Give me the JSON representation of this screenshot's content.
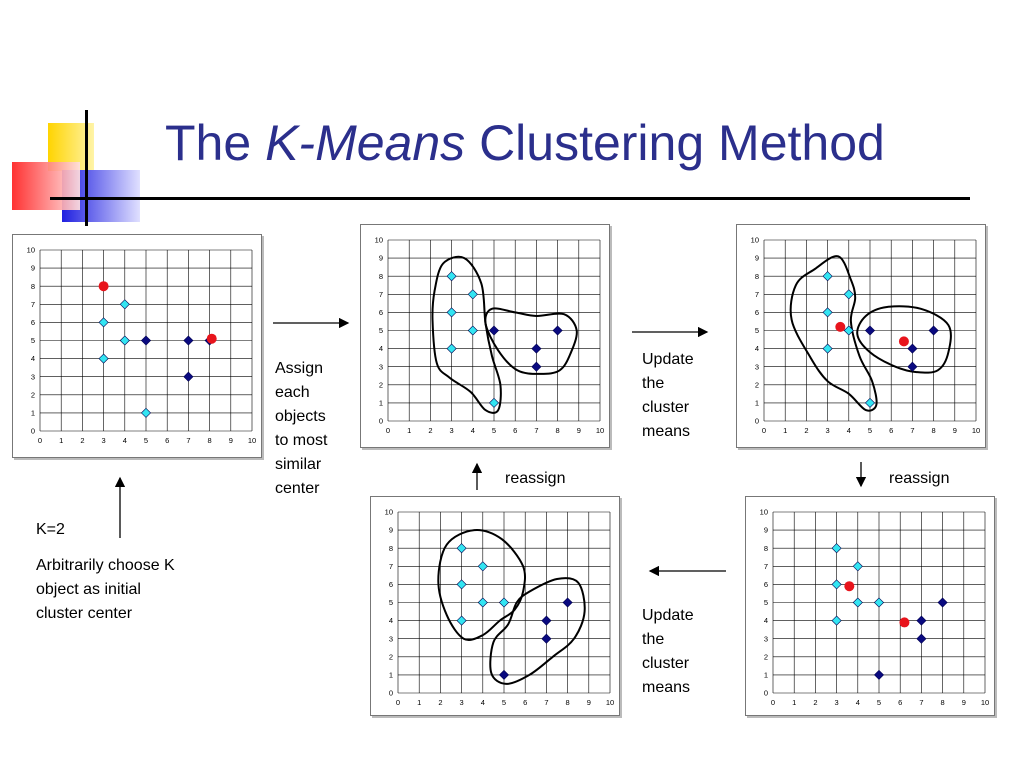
{
  "title": {
    "pre": "The",
    "em": "K-Means",
    "post": "Clustering Method"
  },
  "labels": {
    "assign": [
      "Assign",
      "each",
      "objects",
      "to most",
      "similar",
      "center"
    ],
    "update_top": [
      "Update",
      "the",
      "cluster",
      "means"
    ],
    "update_bottom": [
      "Update",
      "the",
      "cluster",
      "means"
    ],
    "reassign_left": "reassign",
    "reassign_right": "reassign",
    "k": "K=2",
    "choose": [
      "Arbitrarily choose K",
      "object as initial",
      "cluster center"
    ]
  },
  "colors": {
    "title": "#2b2f8c",
    "light": "#33e5f2",
    "dark": "#0a0a80",
    "center": "#e8141c"
  },
  "chart_data": [
    {
      "type": "scatter",
      "name": "initial",
      "xlim": [
        0,
        10
      ],
      "ylim": [
        0,
        10
      ],
      "grid": true,
      "x_ticks": [
        0,
        1,
        2,
        3,
        4,
        5,
        6,
        7,
        8,
        9,
        10
      ],
      "y_ticks": [
        0,
        1,
        2,
        3,
        4,
        5,
        6,
        7,
        8,
        9,
        10
      ],
      "light_points": [
        [
          3,
          6
        ],
        [
          3,
          4
        ],
        [
          4,
          7
        ],
        [
          4,
          5
        ],
        [
          5,
          1
        ]
      ],
      "dark_points": [
        [
          5,
          5
        ],
        [
          7,
          5
        ],
        [
          7,
          3
        ],
        [
          8,
          5
        ]
      ],
      "centers": [
        [
          3,
          8
        ],
        [
          8.1,
          5.1
        ]
      ]
    },
    {
      "type": "scatter",
      "name": "assigned",
      "xlim": [
        0,
        10
      ],
      "ylim": [
        0,
        10
      ],
      "grid": true,
      "x_ticks": [
        0,
        1,
        2,
        3,
        4,
        5,
        6,
        7,
        8,
        9,
        10
      ],
      "y_ticks": [
        0,
        1,
        2,
        3,
        4,
        5,
        6,
        7,
        8,
        9,
        10
      ],
      "light_points": [
        [
          3,
          8
        ],
        [
          3,
          6
        ],
        [
          3,
          4
        ],
        [
          4,
          7
        ],
        [
          4,
          5
        ],
        [
          5,
          1
        ]
      ],
      "dark_points": [
        [
          5,
          5
        ],
        [
          7,
          4
        ],
        [
          7,
          3
        ],
        [
          8,
          5
        ]
      ],
      "centers": []
    },
    {
      "type": "scatter",
      "name": "updated",
      "xlim": [
        0,
        10
      ],
      "ylim": [
        0,
        10
      ],
      "grid": true,
      "x_ticks": [
        0,
        1,
        2,
        3,
        4,
        5,
        6,
        7,
        8,
        9,
        10
      ],
      "y_ticks": [
        0,
        1,
        2,
        3,
        4,
        5,
        6,
        7,
        8,
        9,
        10
      ],
      "light_points": [
        [
          3,
          8
        ],
        [
          3,
          6
        ],
        [
          3,
          4
        ],
        [
          4,
          7
        ],
        [
          4,
          5
        ],
        [
          5,
          1
        ]
      ],
      "dark_points": [
        [
          5,
          5
        ],
        [
          7,
          4
        ],
        [
          7,
          3
        ],
        [
          8,
          5
        ]
      ],
      "centers": [
        [
          3.6,
          5.2
        ],
        [
          6.6,
          4.4
        ]
      ]
    },
    {
      "type": "scatter",
      "name": "reassigned",
      "xlim": [
        0,
        10
      ],
      "ylim": [
        0,
        10
      ],
      "grid": true,
      "x_ticks": [
        0,
        1,
        2,
        3,
        4,
        5,
        6,
        7,
        8,
        9,
        10
      ],
      "y_ticks": [
        0,
        1,
        2,
        3,
        4,
        5,
        6,
        7,
        8,
        9,
        10
      ],
      "light_points": [
        [
          3,
          8
        ],
        [
          3,
          6
        ],
        [
          3,
          4
        ],
        [
          4,
          7
        ],
        [
          4,
          5
        ],
        [
          5,
          5
        ]
      ],
      "dark_points": [
        [
          7,
          4
        ],
        [
          7,
          3
        ],
        [
          8,
          5
        ],
        [
          5,
          1
        ]
      ],
      "centers": []
    },
    {
      "type": "scatter",
      "name": "final",
      "xlim": [
        0,
        10
      ],
      "ylim": [
        0,
        10
      ],
      "grid": true,
      "x_ticks": [
        0,
        1,
        2,
        3,
        4,
        5,
        6,
        7,
        8,
        9,
        10
      ],
      "y_ticks": [
        0,
        1,
        2,
        3,
        4,
        5,
        6,
        7,
        8,
        9,
        10
      ],
      "light_points": [
        [
          3,
          8
        ],
        [
          3,
          6
        ],
        [
          3,
          4
        ],
        [
          4,
          7
        ],
        [
          4,
          5
        ],
        [
          5,
          5
        ]
      ],
      "dark_points": [
        [
          7,
          4
        ],
        [
          7,
          3
        ],
        [
          8,
          5
        ],
        [
          5,
          1
        ]
      ],
      "centers": [
        [
          3.6,
          5.9
        ],
        [
          6.2,
          3.9
        ]
      ]
    }
  ]
}
